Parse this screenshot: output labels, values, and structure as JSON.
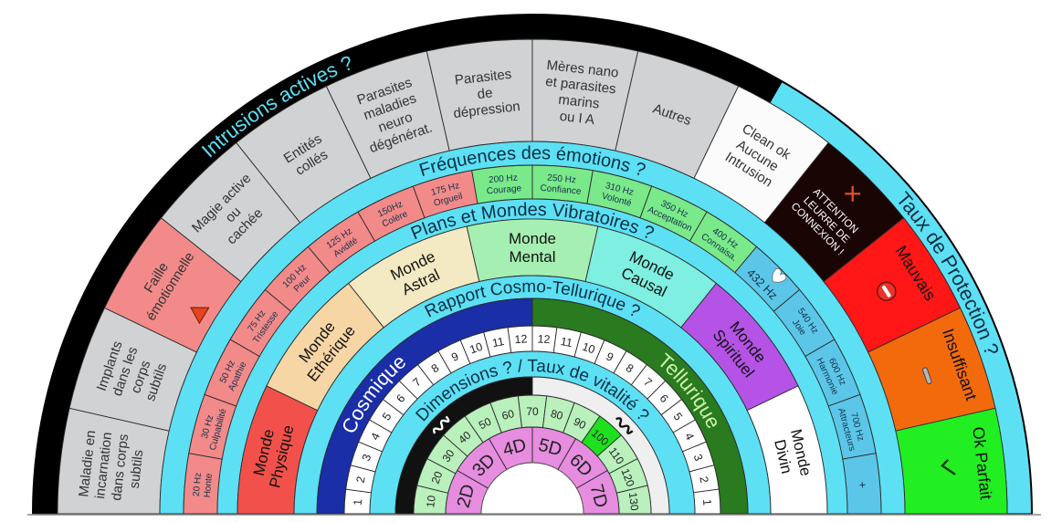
{
  "outer_band": {
    "left_label": "Intrusions actives ?",
    "right_label": "Taux de Protection ?",
    "left_color": "#000000",
    "right_color": "#5de0f4"
  },
  "intrusions": {
    "cells": [
      {
        "lines": [
          "Maladie en",
          "incarnation",
          "dans corps",
          "subtils"
        ],
        "color": "#d0d2d3"
      },
      {
        "lines": [
          "Implants",
          "dans les",
          "corps",
          "subtils"
        ],
        "color": "#d0d2d3"
      },
      {
        "lines": [
          "Faille",
          "émotionnelle"
        ],
        "color": "#f28a8a",
        "icon": "warning-triangle-icon"
      },
      {
        "lines": [
          "Magie active",
          "ou",
          "cachée"
        ],
        "color": "#d0d2d3"
      },
      {
        "lines": [
          "Entités",
          "collés"
        ],
        "color": "#d0d2d3"
      },
      {
        "lines": [
          "Parasites",
          "maladies",
          "neuro",
          "dégénérat."
        ],
        "color": "#d0d2d3"
      },
      {
        "lines": [
          "Parasites",
          "de",
          "dépression"
        ],
        "color": "#d0d2d3"
      },
      {
        "lines": [
          "Mères nano",
          "et parasites",
          "marins",
          "ou  I A"
        ],
        "color": "#d0d2d3"
      },
      {
        "lines": [
          "Autres"
        ],
        "color": "#d0d2d3"
      },
      {
        "lines": [
          "Clean ok",
          "Aucune",
          "Intrusion"
        ],
        "color": "#fbfbfb"
      },
      {
        "lines": [
          "ATTENTION",
          "LEURRE DE",
          "CONNEXION !"
        ],
        "color": "#1a0505",
        "text_color": "#ffffff",
        "icon": "x-icon"
      }
    ]
  },
  "protection": {
    "cells": [
      {
        "lines": [
          "Mauvais"
        ],
        "color": "#ff1616",
        "icon": "minus-circle-icon"
      },
      {
        "lines": [
          "Insuffisant"
        ],
        "color": "#f36a0c",
        "icon": "bar-icon"
      },
      {
        "lines": [
          "Ok Parfait"
        ],
        "color": "#22ef22",
        "icon": "check-icon"
      }
    ]
  },
  "frequencies": {
    "title": "Fréquences des émotions ?",
    "cells": [
      {
        "lines": [
          "20 Hz",
          "Honte"
        ],
        "color": "#f28a8a"
      },
      {
        "lines": [
          "30 Hz",
          "Culpabilité"
        ],
        "color": "#f28a8a"
      },
      {
        "lines": [
          "50 Hz",
          "Apathie"
        ],
        "color": "#f28a8a"
      },
      {
        "lines": [
          "75 Hz",
          "Tristesse"
        ],
        "color": "#f28a8a"
      },
      {
        "lines": [
          "100 Hz",
          "Peur"
        ],
        "color": "#f28a8a"
      },
      {
        "lines": [
          "125 Hz",
          "Avidité"
        ],
        "color": "#f28a8a"
      },
      {
        "lines": [
          "150Hz",
          "Colère"
        ],
        "color": "#f28a8a"
      },
      {
        "lines": [
          "175 Hz",
          "Orgueil"
        ],
        "color": "#f28a8a"
      },
      {
        "lines": [
          "200 Hz",
          "Courage"
        ],
        "color": "#7ae98a"
      },
      {
        "lines": [
          "250 Hz",
          "Confiance"
        ],
        "color": "#7ae98a"
      },
      {
        "lines": [
          "310 Hz",
          "Volonté"
        ],
        "color": "#7ae98a"
      },
      {
        "lines": [
          "350 Hz",
          "Acceptation"
        ],
        "color": "#7ae98a"
      },
      {
        "lines": [
          "400 Hz",
          "Connaisa."
        ],
        "color": "#7ae98a"
      },
      {
        "lines": [
          "432 Hz"
        ],
        "color": "#5cc6e8",
        "icon": "heart-icon"
      },
      {
        "lines": [
          "540 Hz",
          "Joie"
        ],
        "color": "#5cc6e8"
      },
      {
        "lines": [
          "600 Hz",
          "Harmonie"
        ],
        "color": "#5cc6e8"
      },
      {
        "lines": [
          "700 Hz",
          "Attracteurs"
        ],
        "color": "#5cc6e8"
      },
      {
        "lines": [
          "+"
        ],
        "color": "#5cc6e8"
      }
    ]
  },
  "worlds": {
    "title": "Plans et Mondes Vibratoires ?",
    "cells": [
      {
        "lines": [
          "Monde",
          "Physique"
        ],
        "color": "#f2514b"
      },
      {
        "lines": [
          "Monde",
          "Ethérique"
        ],
        "color": "#f7d6a6"
      },
      {
        "lines": [
          "Monde",
          "Astral"
        ],
        "color": "#f3e9c2"
      },
      {
        "lines": [
          "Monde",
          "Mental"
        ],
        "color": "#a6efb2"
      },
      {
        "lines": [
          "Monde",
          "Causal"
        ],
        "color": "#7eefe0"
      },
      {
        "lines": [
          "Monde",
          "Spirituel"
        ],
        "color": "#b553e6"
      },
      {
        "lines": [
          "Monde",
          "Divin"
        ],
        "color": "#ffffff"
      }
    ]
  },
  "cosmo_telluric": {
    "title": "Rapport Cosmo-Tellurique ?",
    "cosmic_label": "Cosmique",
    "telluric_label": "Tellurique",
    "cosmic_color": "#1a2ea8",
    "telluric_color": "#2a7a1f",
    "cosmic_numbers": [
      "1",
      "2",
      "3",
      "4",
      "5",
      "6",
      "7",
      "8",
      "9",
      "10",
      "11",
      "12"
    ],
    "telluric_numbers": [
      "12",
      "11",
      "10",
      "9",
      "8",
      "7",
      "6",
      "5",
      "4",
      "3",
      "2",
      "1"
    ]
  },
  "dimensions": {
    "title": "Dimensions ? / Taux de vitalité ?",
    "vitality": [
      "10",
      "20",
      "30",
      "40",
      "50",
      "60",
      "70",
      "80",
      "90",
      "100",
      "110",
      "120",
      "130"
    ],
    "vitality_color": "#b9f0bc",
    "vitality_highlight": "100",
    "vitality_highlight_color": "#1ee01e",
    "levels": [
      "2D",
      "3D",
      "4D",
      "5D",
      "6D",
      "7D"
    ],
    "levels_color": "#e68ddf"
  },
  "colors": {
    "band": "#5de0f4",
    "band_text": "#0b2f45",
    "cell_text": "#333333"
  }
}
